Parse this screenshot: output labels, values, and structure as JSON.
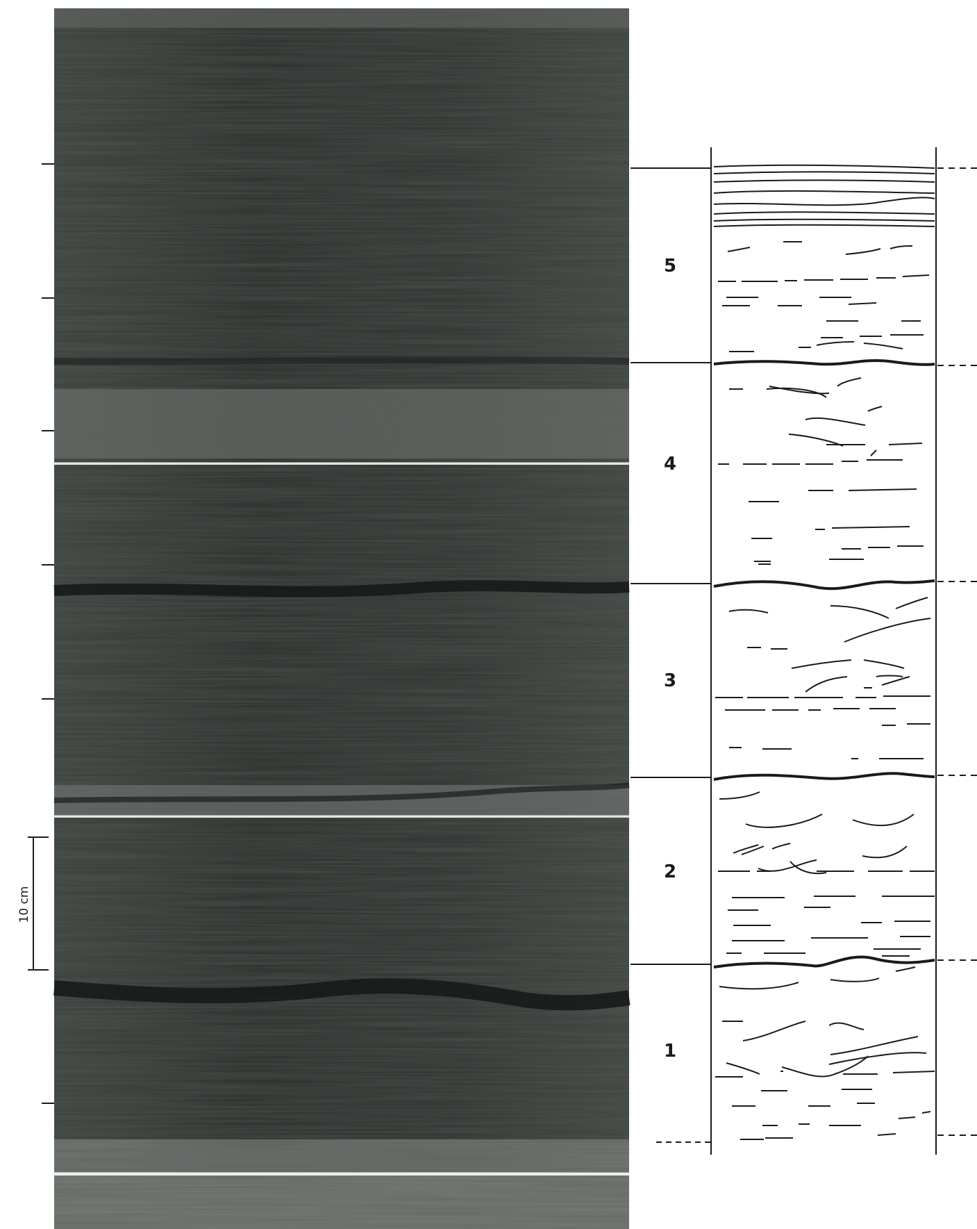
{
  "units": [
    {
      "label": "5"
    },
    {
      "label": "4"
    },
    {
      "label": "3"
    },
    {
      "label": "2"
    },
    {
      "label": "1"
    }
  ],
  "scale_bar": {
    "label": "10 cm"
  },
  "colors": {
    "core_dark": "#2a2f2b",
    "core_mid": "#4a4f4b",
    "core_light": "#d9d9d6",
    "ink": "#1a1a1a"
  }
}
